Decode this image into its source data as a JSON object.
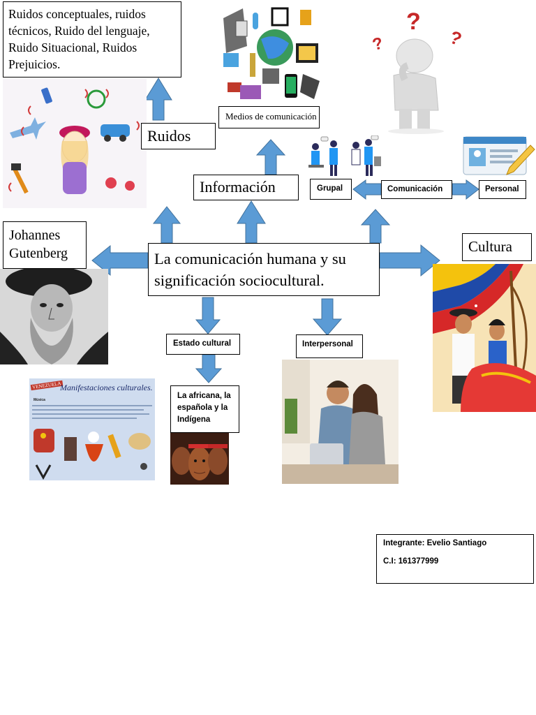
{
  "central": {
    "line1": "La comunicación humana y su",
    "line2": "significación sociocultural."
  },
  "ruidos_list": {
    "line1": "Ruidos conceptuales, ruidos",
    "line2": "técnicos, Ruido del lenguaje,",
    "line3": "Ruido Situacional, Ruidos",
    "line4": "Prejuicios."
  },
  "ruidos": "Ruidos",
  "informacion": "Información",
  "medios": "Medios de comunicación",
  "grupal": "Grupal",
  "comunicacion": "Comunicación",
  "personal": "Personal",
  "gutenberg": {
    "line1": "Johannes",
    "line2": "Gutenberg"
  },
  "cultura": "Cultura",
  "estado_cultural": "Estado cultural",
  "interpersonal": "Interpersonal",
  "raices": {
    "line1": "La africana, la",
    "line2": "española y la",
    "line3": "Indígena"
  },
  "poster": {
    "heading": "Manifestaciones culturales.",
    "tag": "VENEZUELA",
    "sub": "Música"
  },
  "credits": {
    "member": "Integrante: Evelio Santiago",
    "id": "C.I: 161377999"
  },
  "colors": {
    "arrow": "#5b9bd5",
    "arrow_stroke": "#41719c"
  }
}
